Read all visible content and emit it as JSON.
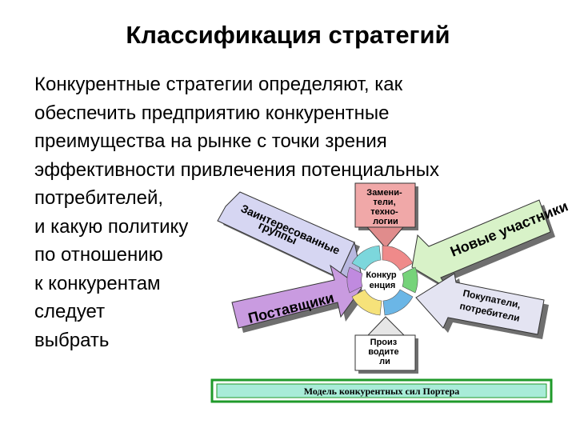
{
  "slide": {
    "title": "Классификация стратегий",
    "lines": [
      "Конкурентные стратегии определяют, как",
      "обеспечить предприятию конкурентные",
      "преимущества на рынке с точки зрения",
      "эффективности привлечения потенциальных",
      "потребителей,",
      "и какую политику",
      "по отношению",
      "к конкурентам",
      "следует",
      "выбрать"
    ]
  },
  "diagram": {
    "substitutes": [
      "Замени-",
      "тели,",
      "техно-",
      "логии"
    ],
    "interest_groups": [
      "Заинтересованные",
      "группы"
    ],
    "new_entrants": "Новые участники",
    "center": [
      "Конкур",
      "енция"
    ],
    "suppliers": "Поставщики",
    "buyers": [
      "Покупатели,",
      "потребители"
    ],
    "producers": [
      "Произ",
      "водите",
      "ли"
    ],
    "caption": "Модель конкурентных сил Портера"
  },
  "colors": {
    "title": "#000000",
    "arrow_fill": "#d6d6f2",
    "new_entrants_fill": "#d8f2c8",
    "suppliers_fill": "#c99be0",
    "buyers_fill": "#e4e4f2",
    "substitutes_fill": "#f0a8a8",
    "caption_fill": "#a8ecd8",
    "caption_border": "#1f9a2a",
    "cycle": [
      "#ef8a8a",
      "#76d37a",
      "#6bb6e6",
      "#f6e27a",
      "#c08adf",
      "#7cd7dc"
    ]
  }
}
